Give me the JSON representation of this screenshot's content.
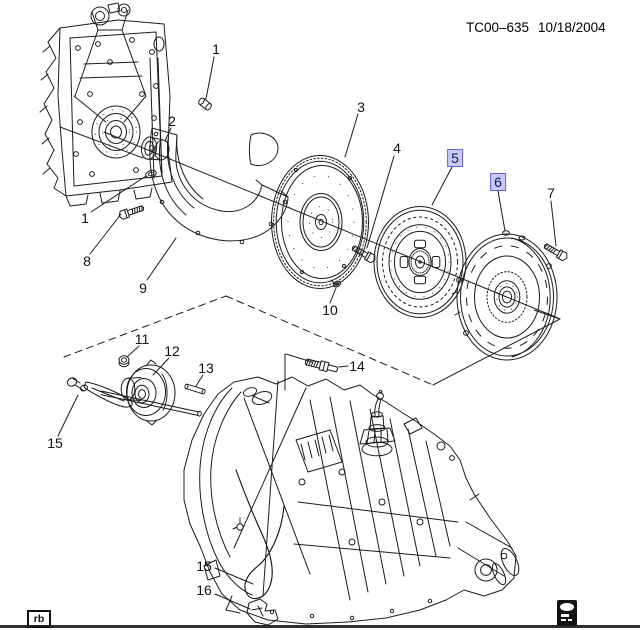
{
  "header": {
    "code": "TC00–635",
    "date": "10/18/2004"
  },
  "footer": {
    "monogram": "rb"
  },
  "colors": {
    "line": "#1c1c1c",
    "highlight_bg": "#c9c9f3",
    "highlight_border": "#6464d8",
    "background": "#ffffff"
  },
  "callouts": [
    {
      "label": "1",
      "highlighted": false
    },
    {
      "label": "2",
      "highlighted": false
    },
    {
      "label": "3",
      "highlighted": false
    },
    {
      "label": "4",
      "highlighted": false
    },
    {
      "label": "5",
      "highlighted": true
    },
    {
      "label": "6",
      "highlighted": true
    },
    {
      "label": "7",
      "highlighted": false
    },
    {
      "label": "1",
      "highlighted": false
    },
    {
      "label": "8",
      "highlighted": false
    },
    {
      "label": "9",
      "highlighted": false
    },
    {
      "label": "10",
      "highlighted": false
    },
    {
      "label": "11",
      "highlighted": false
    },
    {
      "label": "12",
      "highlighted": false
    },
    {
      "label": "13",
      "highlighted": false
    },
    {
      "label": "14",
      "highlighted": false
    },
    {
      "label": "15",
      "highlighted": false
    },
    {
      "label": "15",
      "highlighted": false
    },
    {
      "label": "16",
      "highlighted": false
    }
  ]
}
